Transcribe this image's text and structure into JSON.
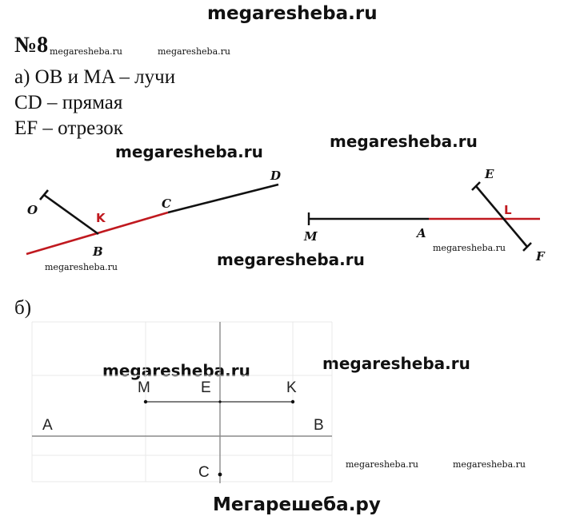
{
  "header": {
    "site": "megaresheba.ru"
  },
  "problem": {
    "number": "№8",
    "part_a_lines": [
      "а) OB и MA – лучи",
      "CD – прямая",
      "EF – отрезок"
    ],
    "part_b_label": "б)"
  },
  "figure_a": {
    "left_labels": {
      "O": "O",
      "K": "K",
      "C": "C",
      "D": "D",
      "B": "B"
    },
    "right_labels": {
      "E": "E",
      "L": "L",
      "M": "M",
      "A": "A",
      "F": "F"
    }
  },
  "figure_b": {
    "labels": {
      "M": "M",
      "E": "E",
      "K": "K",
      "A": "A",
      "B": "B",
      "C": "C"
    }
  },
  "watermarks": {
    "small": "megaresheba.ru",
    "big": "megaresheba.ru"
  },
  "footer": {
    "text": "Мегарешеба.ру"
  },
  "colors": {
    "red_line": "#c0191f",
    "black_line": "#111111",
    "gray_line": "#8a8a8a"
  }
}
